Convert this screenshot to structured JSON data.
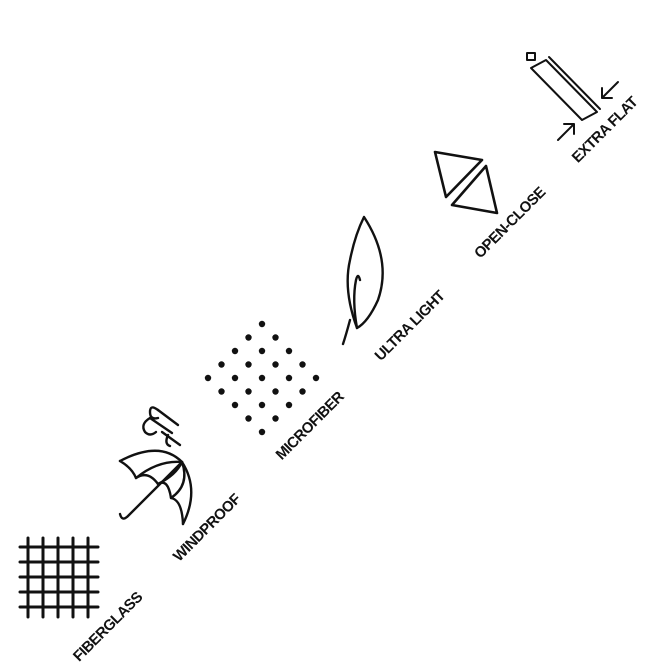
{
  "features": [
    {
      "label": "FIBERGLASS",
      "icon": "grid-mesh-icon"
    },
    {
      "label": "WINDPROOF",
      "icon": "umbrella-wind-icon"
    },
    {
      "label": "MICROFIBER",
      "icon": "dot-pattern-icon"
    },
    {
      "label": "ULTRA LIGHT",
      "icon": "leaf-icon"
    },
    {
      "label": "OPEN-CLOSE",
      "icon": "triangles-icon"
    },
    {
      "label": "EXTRA FLAT",
      "icon": "flat-profile-icon"
    }
  ],
  "colors": {
    "ink": "#111111",
    "background": "#ffffff"
  }
}
